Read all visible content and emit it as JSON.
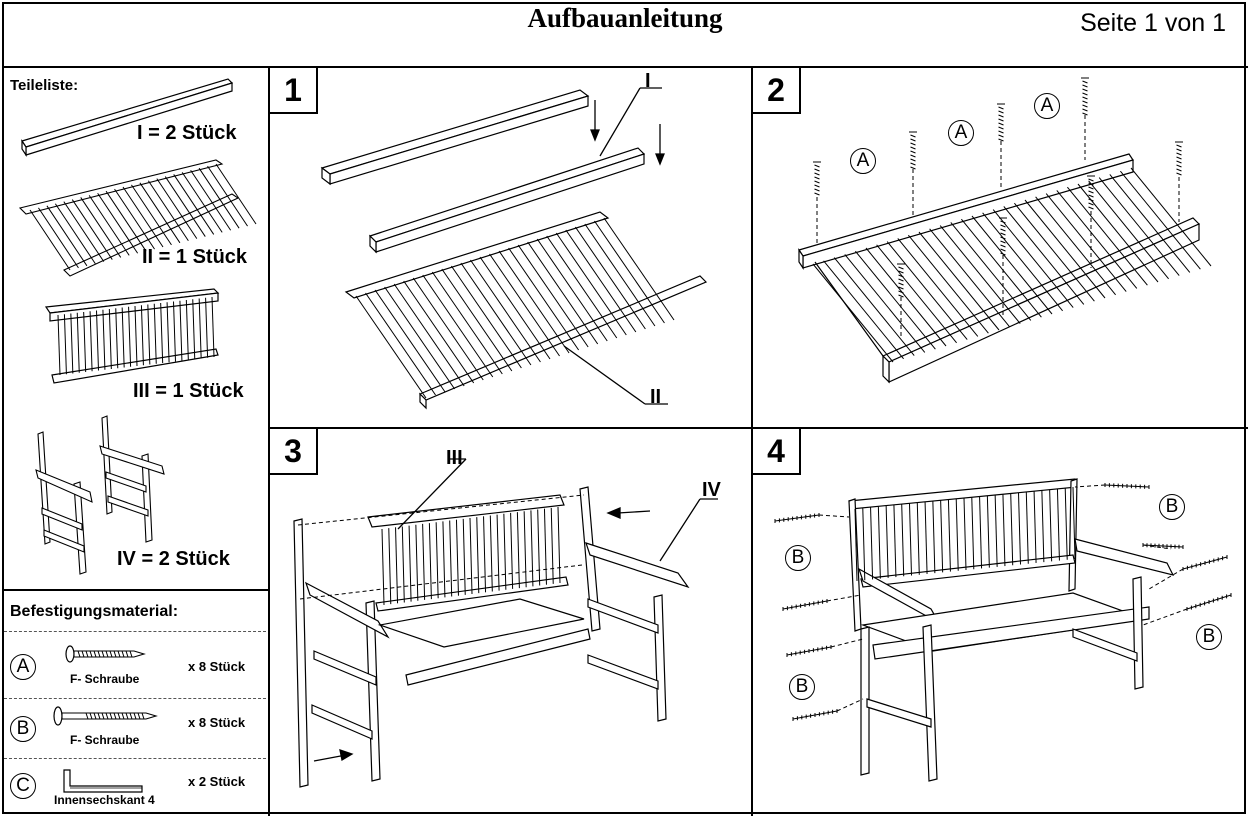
{
  "header": {
    "title": "Aufbauanleitung",
    "page": "Seite 1 von 1"
  },
  "parts": {
    "heading": "Teileliste:",
    "items": [
      {
        "label": "I = 2 Stück"
      },
      {
        "label": "II = 1 Stück"
      },
      {
        "label": "III = 1 Stück"
      },
      {
        "label": "IV = 2 Stück"
      }
    ]
  },
  "hardware": {
    "heading": "Befestigungsmaterial:",
    "items": [
      {
        "letter": "A",
        "name": "F- Schraube",
        "qty": "x 8 Stück"
      },
      {
        "letter": "B",
        "name": "F- Schraube",
        "qty": "x 8 Stück"
      },
      {
        "letter": "C",
        "name": "Innensechskant 4",
        "qty": "x 2 Stück"
      }
    ]
  },
  "steps": [
    {
      "number": "1",
      "callouts": [
        "I",
        "II"
      ]
    },
    {
      "number": "2",
      "callouts": [
        "A",
        "A",
        "A"
      ]
    },
    {
      "number": "3",
      "callouts": [
        "III",
        "IV"
      ]
    },
    {
      "number": "4",
      "callouts": [
        "B",
        "B",
        "B",
        "B"
      ]
    }
  ]
}
